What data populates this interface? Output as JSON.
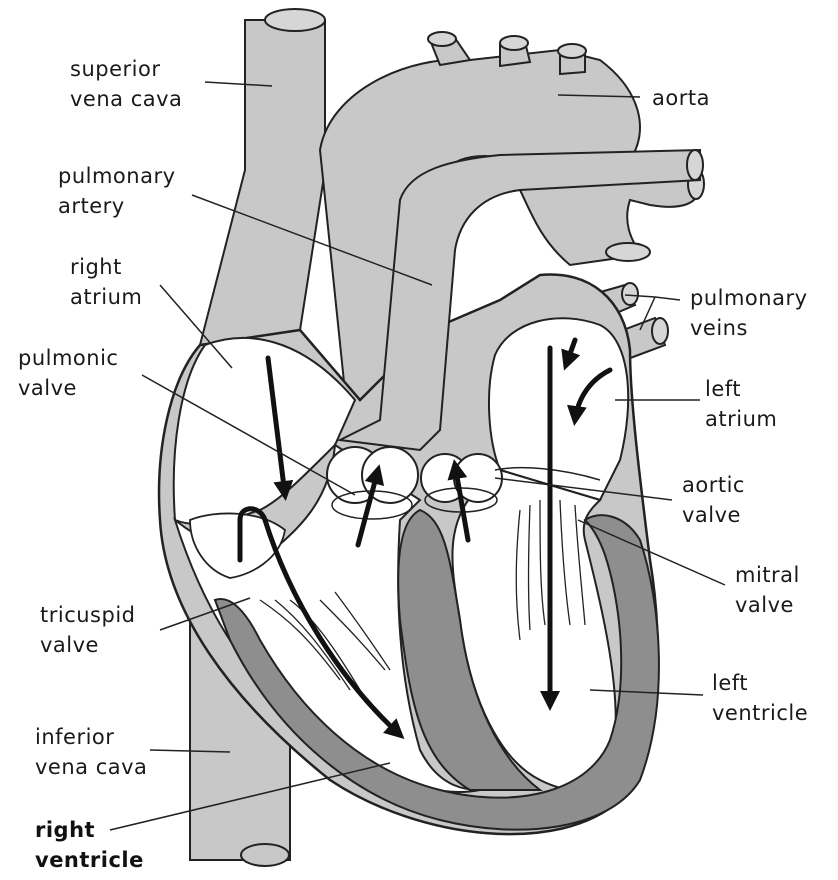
{
  "labels": {
    "superior_vena_cava": [
      "superior",
      "vena cava"
    ],
    "aorta": [
      "aorta"
    ],
    "pulmonary_artery": [
      "pulmonary",
      "artery"
    ],
    "right_atrium": [
      "right",
      "atrium"
    ],
    "pulmonary_veins": [
      "pulmonary",
      "veins"
    ],
    "pulmonic_valve": [
      "pulmonic",
      "valve"
    ],
    "left_atrium": [
      "left",
      "atrium"
    ],
    "aortic_valve": [
      "aortic",
      "valve"
    ],
    "mitral_valve": [
      "mitral",
      "valve"
    ],
    "tricuspid_valve": [
      "tricuspid",
      "valve"
    ],
    "left_ventricle": [
      "left",
      "ventricle"
    ],
    "inferior_vena_cava": [
      "inferior",
      "vena cava"
    ],
    "right_ventricle": [
      "right",
      "ventricle"
    ]
  },
  "colors": {
    "vessel_fill": "#c8c8c8",
    "muscle_fill": "#8e8e8e",
    "chamber_fill": "#ffffff",
    "outline": "#222222",
    "arrow": "#111111"
  }
}
